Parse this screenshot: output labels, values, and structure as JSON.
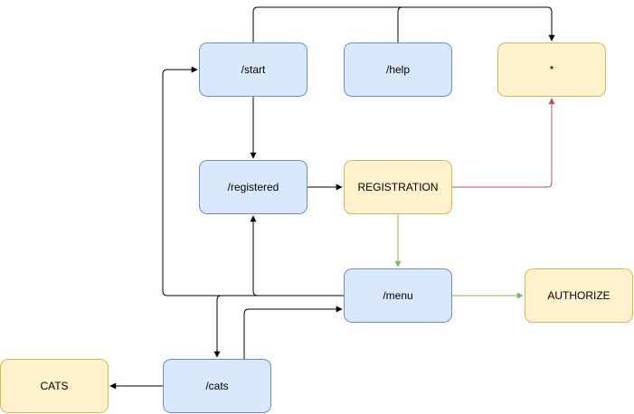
{
  "nodes": {
    "start": {
      "label": "/start"
    },
    "help": {
      "label": "/help"
    },
    "any": {
      "label": "*"
    },
    "registered": {
      "label": "/registered"
    },
    "registration": {
      "label": "REGISTRATION"
    },
    "menu": {
      "label": "/menu"
    },
    "authorize": {
      "label": "AUTHORIZE"
    },
    "cats_state": {
      "label": "CATS"
    },
    "cats_cmd": {
      "label": "/cats"
    }
  },
  "edges": [
    {
      "from": "start",
      "to": "any"
    },
    {
      "from": "help",
      "to": "any"
    },
    {
      "from": "start",
      "to": "registered"
    },
    {
      "from": "registered",
      "to": "registration"
    },
    {
      "from": "registration",
      "to": "any"
    },
    {
      "from": "registration",
      "to": "menu"
    },
    {
      "from": "menu",
      "to": "start"
    },
    {
      "from": "menu",
      "to": "registered"
    },
    {
      "from": "menu",
      "to": "cats_cmd"
    },
    {
      "from": "cats_cmd",
      "to": "menu"
    },
    {
      "from": "menu",
      "to": "authorize"
    },
    {
      "from": "cats_cmd",
      "to": "cats_state"
    }
  ],
  "colors": {
    "command_fill": "#dae8fc",
    "command_stroke": "#6c8ebf",
    "state_fill": "#fff2cc",
    "state_stroke": "#d6b656",
    "edge_default": "#000000",
    "edge_success": "#82b366",
    "edge_error": "#b85450"
  }
}
